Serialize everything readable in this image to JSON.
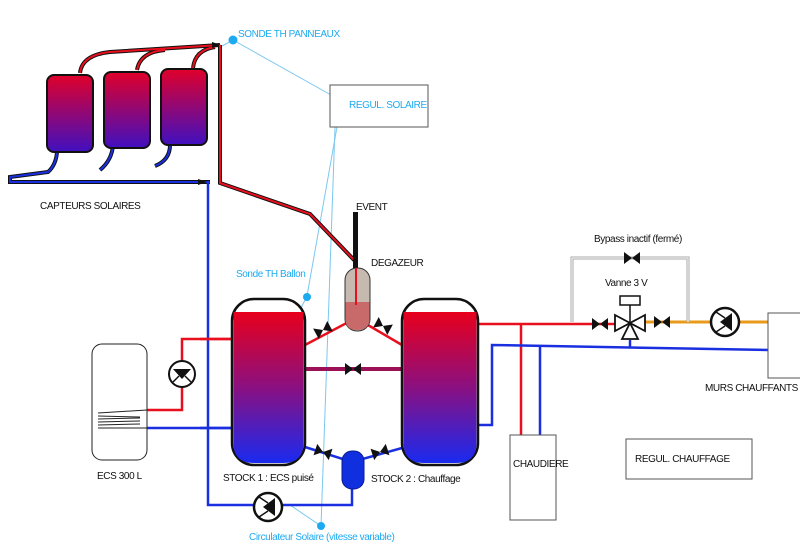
{
  "labels": {
    "sonde_panneaux": "SONDE TH PANNEAUX",
    "regul_solaire": "REGUL. SOLAIRE",
    "capteurs": "CAPTEURS SOLAIRES",
    "event": "EVENT",
    "degazeur": "DEGAZEUR",
    "sonde_ballon": "Sonde TH Ballon",
    "bypass": "Bypass inactif (fermé)",
    "vanne": "Vanne 3 V",
    "murs": "MURS CHAUFFANTS",
    "ecs": "ECS 300 L",
    "stock1": "STOCK 1 : ECS puisé",
    "stock2": "STOCK 2 : Chauffage",
    "chaudiere": "CHAUDIERE",
    "regul_chauffage": "REGUL. CHAUFFAGE",
    "circulateur": "Circulateur Solaire (vitesse variable)"
  },
  "colors": {
    "hot": "#e8101e",
    "cold": "#1a2fe0",
    "sensor": "#1eaaf1",
    "mixed": "#e89a1a",
    "bypass": "#aaaaaa"
  }
}
